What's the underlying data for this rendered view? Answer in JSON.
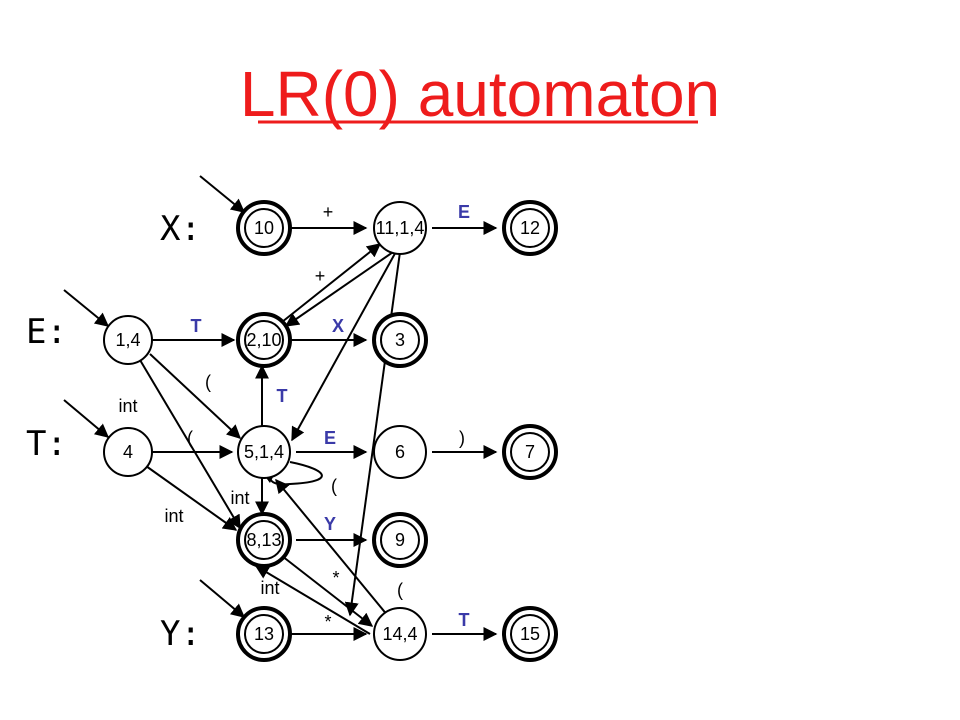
{
  "title": "LR(0) automaton",
  "colors": {
    "title": "#ee1c1c",
    "symbol_blue": "#3a3aa8",
    "ink": "#000000"
  },
  "nonterminals": {
    "x": "X:",
    "e": "E:",
    "t": "T:",
    "y": "Y:"
  },
  "states": {
    "s10": "10",
    "s11": "11,1,4",
    "s12": "12",
    "s14_top": "1,4",
    "s210": "2,10",
    "s3": "3",
    "s4": "4",
    "s514": "5,1,4",
    "s6": "6",
    "s7": "7",
    "s813": "8,13",
    "s9": "9",
    "s13": "13",
    "s144": "14,4",
    "s15": "15"
  },
  "edge_labels": {
    "plus_top": "+",
    "e_top": "E",
    "plus_mid": "+",
    "t_left": "T",
    "x_mid": "X",
    "paren_a": "(",
    "t_vert": "T",
    "int_a": "int",
    "paren_b": "(",
    "e_mid": "E",
    "rparen": ")",
    "paren_loop": "(",
    "int_b": "int",
    "int_c": "int",
    "y_mid": "Y",
    "star_a": "*",
    "paren_c": "(",
    "int_d": "int",
    "star_b": "*",
    "t_bottom": "T"
  }
}
